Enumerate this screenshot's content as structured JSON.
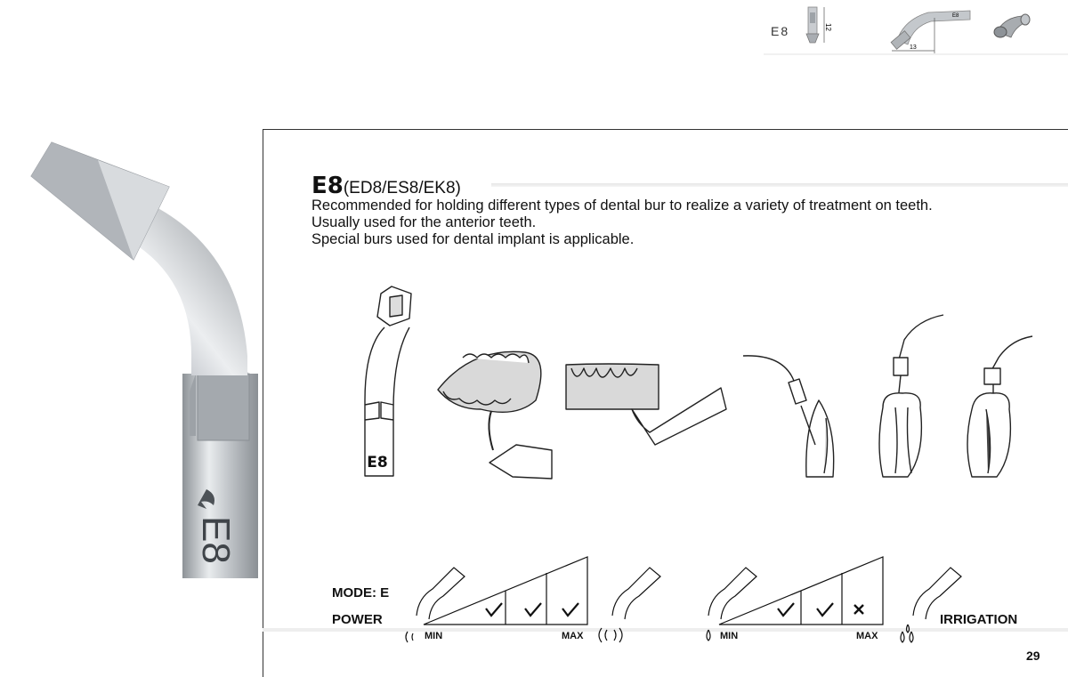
{
  "spec": {
    "code": "E8",
    "dim_height": "12",
    "dim_length": "13",
    "side_label": "E8"
  },
  "tip_engraving": "E8",
  "heading": {
    "code": "E8",
    "variants": "(ED8/ES8/EK8)"
  },
  "description": [
    "Recommended for holding different types of dental bur to realize a variety of treatment on teeth.",
    "Usually used for the anterior teeth.",
    "Special burs used for dental implant is applicable."
  ],
  "illustration": {
    "tip_label": "E8"
  },
  "mode": {
    "label": "MODE: E",
    "power_label": "POWER",
    "irrigation_label": "IRRIGATION",
    "power": {
      "min": "MIN",
      "max": "MAX",
      "levels": [
        "check",
        "check",
        "check"
      ]
    },
    "irrigation": {
      "min": "MIN",
      "max": "MAX",
      "levels": [
        "check",
        "check",
        "cross"
      ]
    }
  },
  "page_number": "29",
  "colors": {
    "metal": "#b8bcc0",
    "ink": "#111111",
    "gum": "#d9d9d9"
  }
}
